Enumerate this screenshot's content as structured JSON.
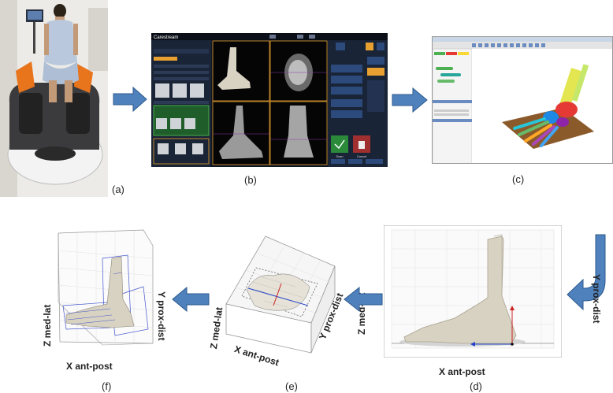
{
  "labels": {
    "a": "(a)",
    "b": "(b)",
    "c": "(c)",
    "d": "(d)",
    "e": "(e)",
    "f": "(f)"
  },
  "scanner_ui": {
    "brand": "Carestream",
    "buttons": [
      "Scan",
      "Cancel"
    ]
  },
  "axes": {
    "x": "X ant-post",
    "y": "Y prox-dist",
    "z": "Z med-lat"
  },
  "colors": {
    "arrow": "#4f81bd",
    "arrow_dark": "#2e5a8e",
    "bone": "#d8d2c2",
    "scanner_bg": "#1a2230",
    "seg_bg": "#e8f0f0",
    "ruler": "#2244cc",
    "marker": "#cc2222"
  }
}
